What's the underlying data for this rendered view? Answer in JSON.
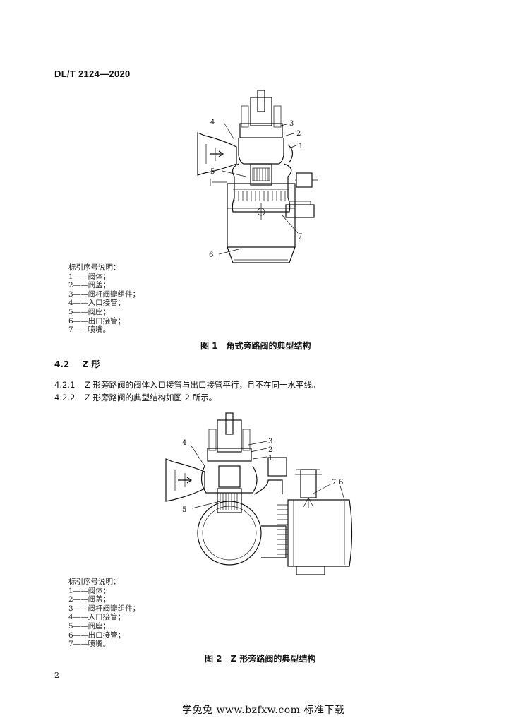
{
  "header": {
    "standard_code": "DL/T 2124—2020"
  },
  "figure1": {
    "callouts": [
      "1",
      "2",
      "3",
      "4",
      "5",
      "6",
      "7"
    ],
    "legend_title": "标引序号说明：",
    "legend_items": [
      "1——阀体；",
      "2——阀盖；",
      "3——阀杆阀瓣组件；",
      "4——入口接管；",
      "5——阀座；",
      "6——出口接管；",
      "7——喷嘴。"
    ],
    "caption": "图 1　角式旁路阀的典型结构"
  },
  "section_4_2": {
    "heading_number": "4.2",
    "heading_title": "Z 形",
    "para_4_2_1_number": "4.2.1",
    "para_4_2_1_text": "Z 形旁路阀的阀体入口接管与出口接管平行，且不在同一水平线。",
    "para_4_2_2_number": "4.2.2",
    "para_4_2_2_text": "Z 形旁路阀的典型结构如图 2 所示。"
  },
  "figure2": {
    "callouts": [
      "1",
      "2",
      "3",
      "4",
      "5",
      "6",
      "7"
    ],
    "legend_title": "标引序号说明：",
    "legend_items": [
      "1——阀体；",
      "2——阀盖；",
      "3——阀杆阀瓣组件；",
      "4——入口接管；",
      "5——阀座；",
      "6——出口接管；",
      "7——喷嘴。"
    ],
    "caption": "图 2　Z 形旁路阀的典型结构"
  },
  "page_number": "2",
  "watermark": "学兔兔 www.bzfxw.com 标准下载"
}
